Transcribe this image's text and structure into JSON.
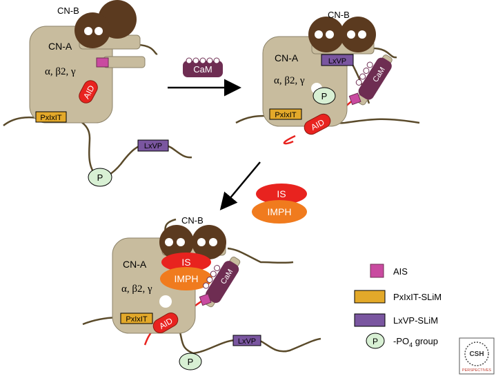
{
  "panel1": {
    "cnb_label": "CN-B",
    "cna_label": "CN-A",
    "isoforms": "α, β2, γ",
    "aid": "AID",
    "pxixit": "PxIxIT",
    "lxvp": "LxVP",
    "phospho": "P"
  },
  "cam_free": "CaM",
  "panel2": {
    "cnb_label": "CN-B",
    "cna_label": "CN-A",
    "isoforms": "α, β2, γ",
    "lxvp": "LxVP",
    "phospho": "P",
    "cam": "CaM",
    "pxixit": "PxIxIT",
    "aid": "AID"
  },
  "inhibitors": {
    "is": "IS",
    "imph": "IMPH"
  },
  "panel3": {
    "cnb_label": "CN-B",
    "cna_label": "CN-A",
    "isoforms": "α, β2, γ",
    "is": "IS",
    "imph": "IMPH",
    "cam": "CaM",
    "pxixit": "PxIxIT",
    "aid": "AID",
    "phospho": "P",
    "lxvp": "LxVP"
  },
  "legend": {
    "ais": "AIS",
    "pxixit": "PxIxIT-SLiM",
    "lxvp": "LxVP-SLiM",
    "p_symbol": "P",
    "po4_pre": "-PO",
    "po4_sub": "4",
    "po4_post": " group"
  },
  "logo": {
    "top": "CSH",
    "bottom": "PERSPECTIVES"
  },
  "colors": {
    "cna": "#c8bc9e",
    "cnb": "#5b3a1f",
    "aid": "#e8231f",
    "pxixit": "#e3a92a",
    "lxvp": "#7a56a0",
    "ais": "#c94aa0",
    "cam": "#6e2d52",
    "phospho": "#d8f0d4",
    "is": "#e8231f",
    "imph": "#f07b1e",
    "chain": "#5a4a2a"
  }
}
